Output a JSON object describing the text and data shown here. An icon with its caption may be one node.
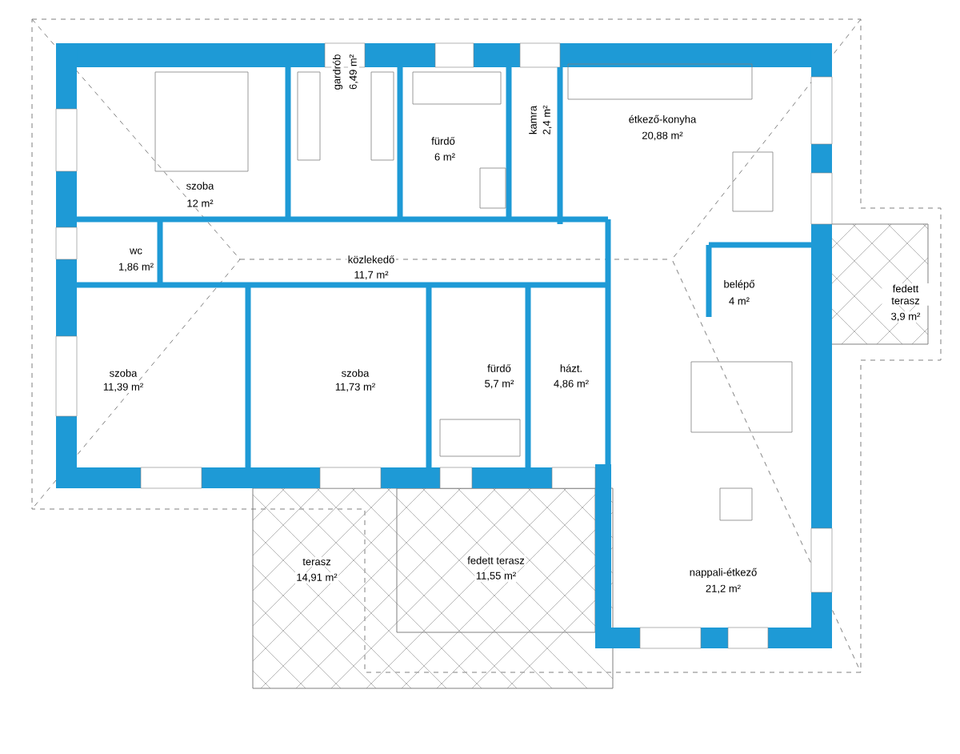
{
  "diagram": {
    "labels": [
      "szoba",
      "12 m²",
      "gardrób",
      "6,49 m²",
      "fürdő",
      "6 m²",
      "kamra",
      "2,4 m²",
      "étkező-konyha",
      "20,88 m²",
      "wc",
      "1,86 m²",
      "közlekedő",
      "11,7 m²",
      "belépő",
      "4 m²",
      "fedett terasz",
      "3,9 m²",
      "szoba",
      "11,39 m²",
      "szoba",
      "11,73 m²",
      "fürdő",
      "5,7 m²",
      "házt.",
      "4,86 m²",
      "terasz",
      "14,91 m²",
      "fedett terasz",
      "11,55 m²",
      "nappali-étkező",
      "21,2 m²"
    ]
  }
}
